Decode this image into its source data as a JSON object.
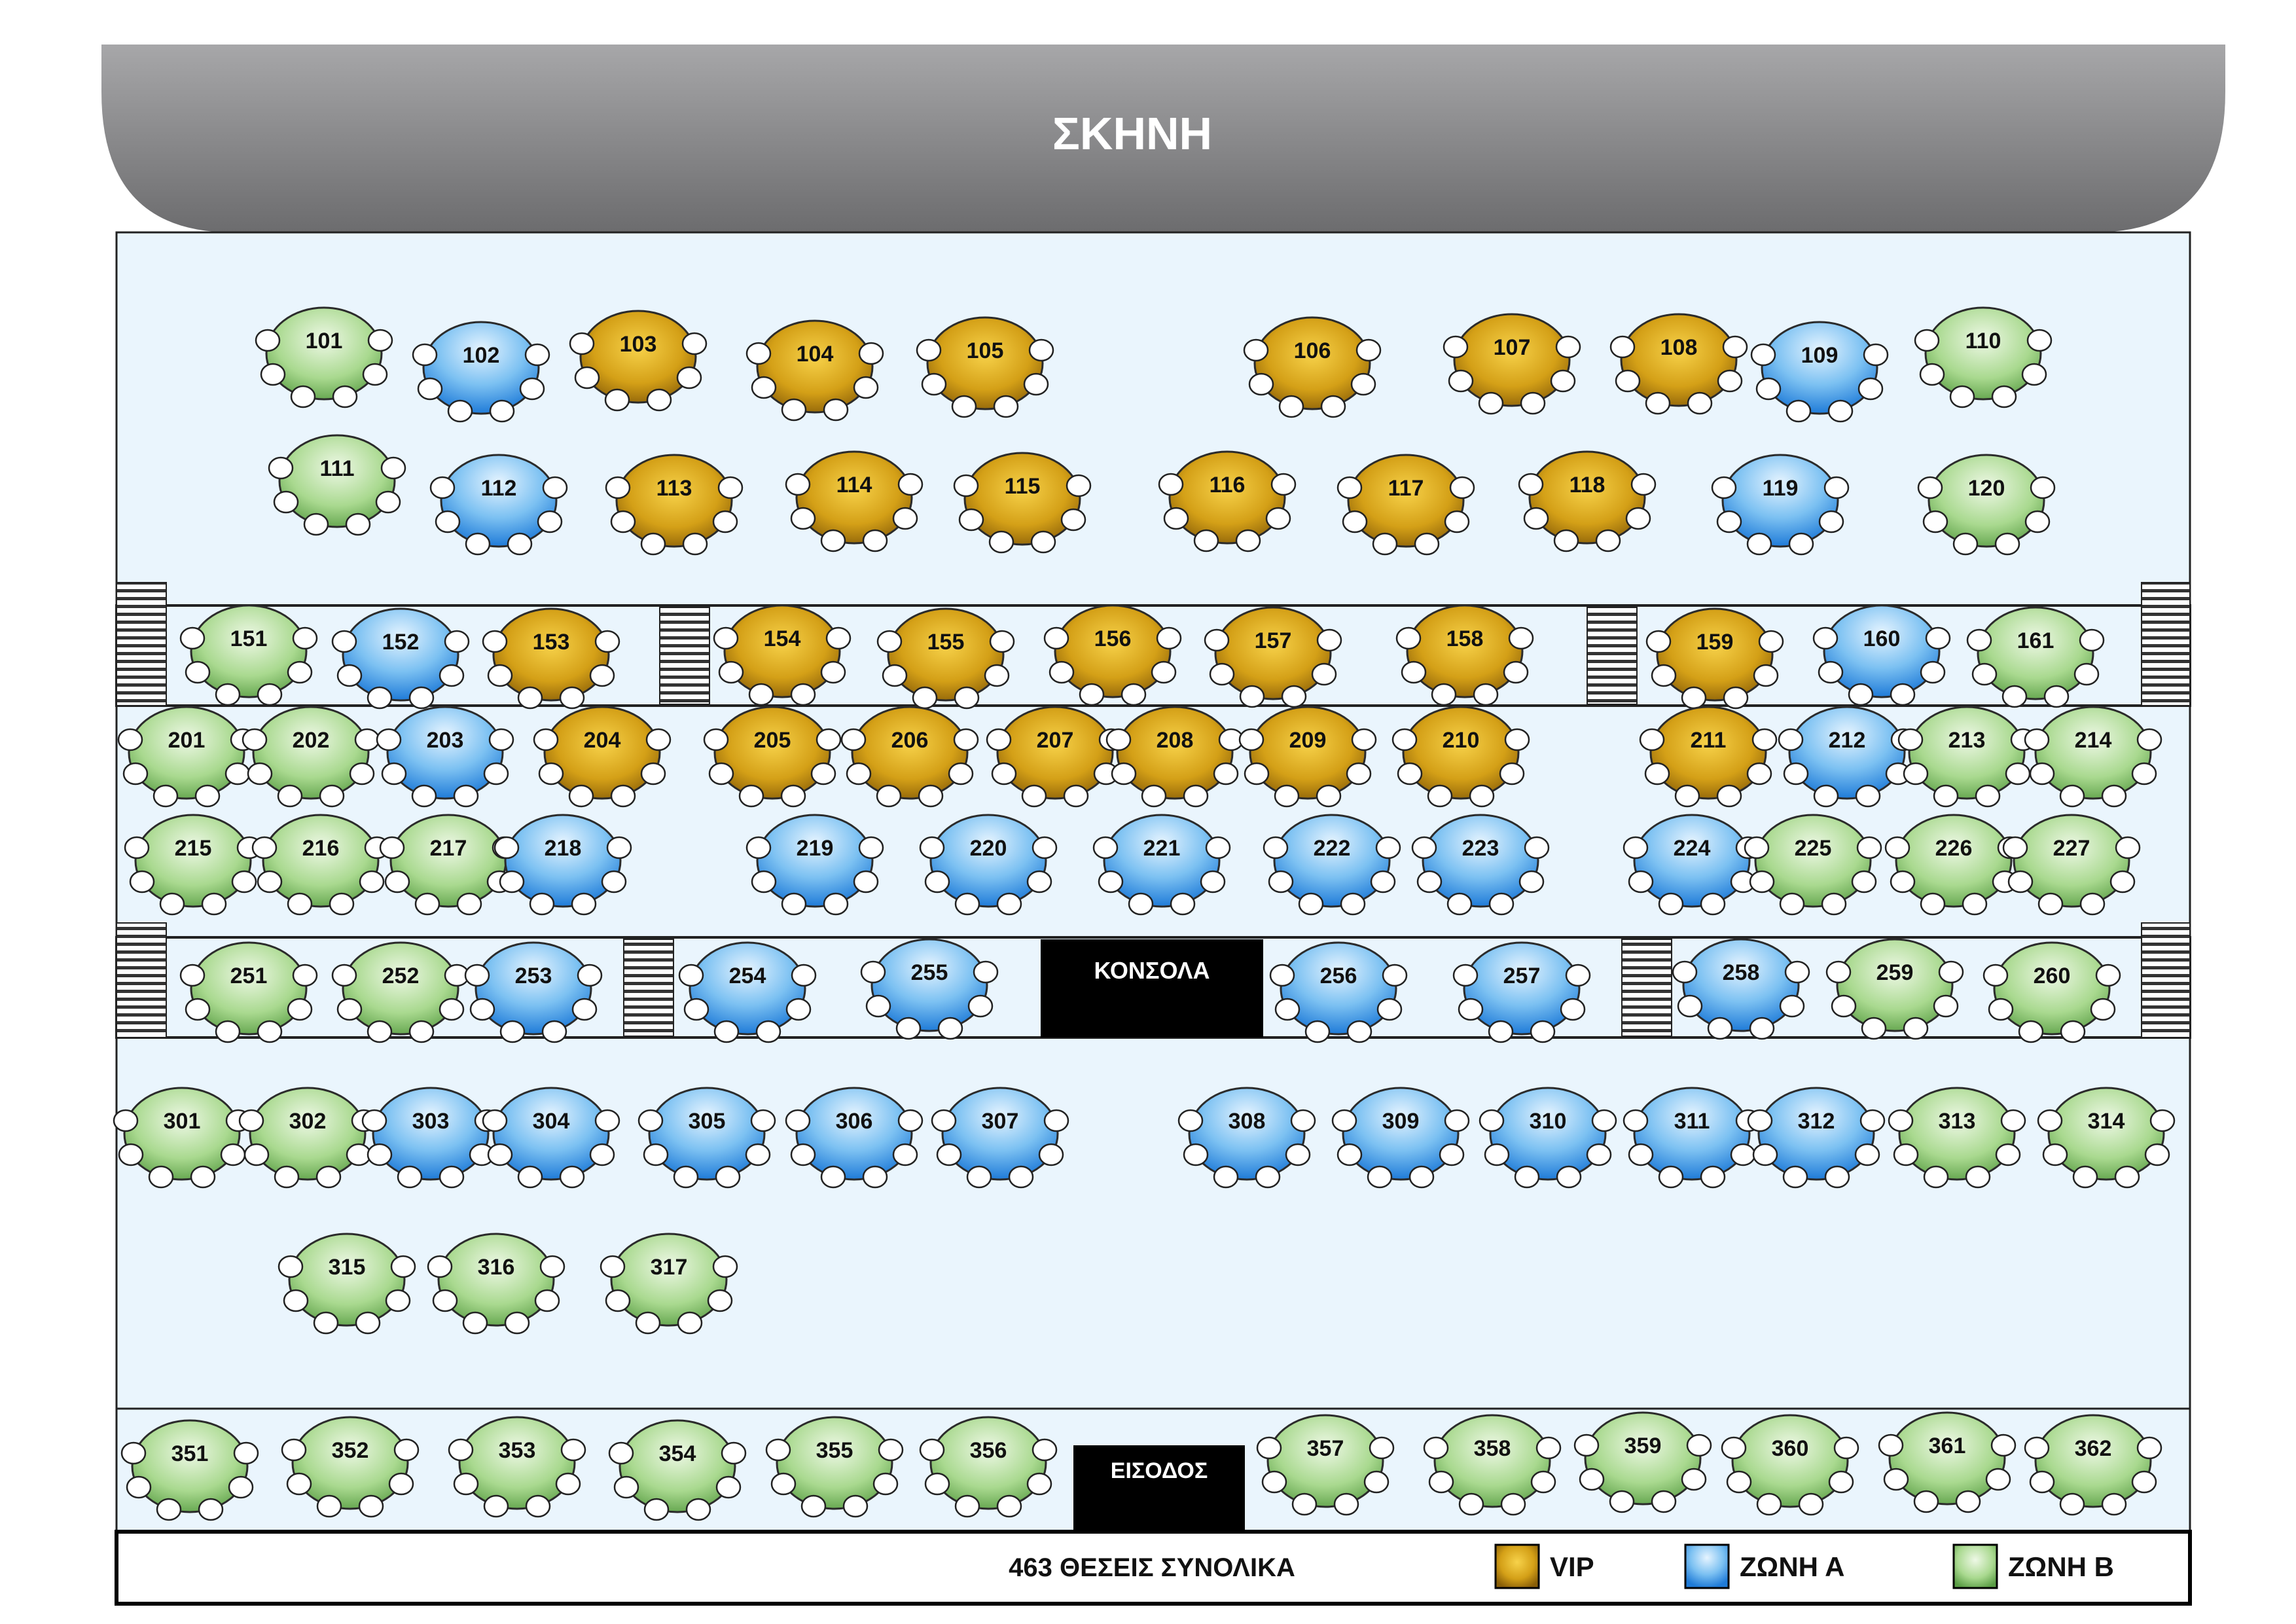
{
  "stage_label": "ΣΚΗΝΗ",
  "console_label": "ΚΟΝΣΟΛΑ",
  "entrance_label": "ΕΙΣΟΔΟΣ",
  "total_label": "463 ΘΕΣΕΙΣ ΣΥΝΟΛΙΚΑ",
  "legend": [
    {
      "zone": "vip",
      "label": "VIP"
    },
    {
      "zone": "a",
      "label": "ΖΩΝΗ Α"
    },
    {
      "zone": "b",
      "label": "ΖΩΝΗ Β"
    }
  ],
  "zone_colors": {
    "vip": {
      "light": "#f7d24a",
      "mid": "#d4a017",
      "dark": "#8a5f08"
    },
    "a": {
      "light": "#e6f4ff",
      "mid": "#7cc1f2",
      "dark": "#1f7bd8"
    },
    "b": {
      "light": "#eef8e6",
      "mid": "#a9d98f",
      "dark": "#5a9e45"
    }
  },
  "colors": {
    "hall_bg": "#eaf5fd",
    "stage_light": "#a7a7a9",
    "stage_dark": "#6c6c6e",
    "block_black": "#000000",
    "stair_stripe": "#333333"
  },
  "tables": [
    {
      "num": "101",
      "zone": "b"
    },
    {
      "num": "102",
      "zone": "a"
    },
    {
      "num": "103",
      "zone": "vip"
    },
    {
      "num": "104",
      "zone": "vip"
    },
    {
      "num": "105",
      "zone": "vip"
    },
    {
      "num": "106",
      "zone": "vip"
    },
    {
      "num": "107",
      "zone": "vip"
    },
    {
      "num": "108",
      "zone": "vip"
    },
    {
      "num": "109",
      "zone": "a"
    },
    {
      "num": "110",
      "zone": "b"
    },
    {
      "num": "111",
      "zone": "b"
    },
    {
      "num": "112",
      "zone": "a"
    },
    {
      "num": "113",
      "zone": "vip"
    },
    {
      "num": "114",
      "zone": "vip"
    },
    {
      "num": "115",
      "zone": "vip"
    },
    {
      "num": "116",
      "zone": "vip"
    },
    {
      "num": "117",
      "zone": "vip"
    },
    {
      "num": "118",
      "zone": "vip"
    },
    {
      "num": "119",
      "zone": "a"
    },
    {
      "num": "120",
      "zone": "b"
    },
    {
      "num": "151",
      "zone": "b"
    },
    {
      "num": "152",
      "zone": "a"
    },
    {
      "num": "153",
      "zone": "vip"
    },
    {
      "num": "154",
      "zone": "vip"
    },
    {
      "num": "155",
      "zone": "vip"
    },
    {
      "num": "156",
      "zone": "vip"
    },
    {
      "num": "157",
      "zone": "vip"
    },
    {
      "num": "158",
      "zone": "vip"
    },
    {
      "num": "159",
      "zone": "vip"
    },
    {
      "num": "160",
      "zone": "a"
    },
    {
      "num": "161",
      "zone": "b"
    },
    {
      "num": "201",
      "zone": "b"
    },
    {
      "num": "202",
      "zone": "b"
    },
    {
      "num": "203",
      "zone": "a"
    },
    {
      "num": "204",
      "zone": "vip"
    },
    {
      "num": "205",
      "zone": "vip"
    },
    {
      "num": "206",
      "zone": "vip"
    },
    {
      "num": "207",
      "zone": "vip"
    },
    {
      "num": "208",
      "zone": "vip"
    },
    {
      "num": "209",
      "zone": "vip"
    },
    {
      "num": "210",
      "zone": "vip"
    },
    {
      "num": "211",
      "zone": "vip"
    },
    {
      "num": "212",
      "zone": "a"
    },
    {
      "num": "213",
      "zone": "b"
    },
    {
      "num": "214",
      "zone": "b"
    },
    {
      "num": "215",
      "zone": "b"
    },
    {
      "num": "216",
      "zone": "b"
    },
    {
      "num": "217",
      "zone": "b"
    },
    {
      "num": "218",
      "zone": "a"
    },
    {
      "num": "219",
      "zone": "a"
    },
    {
      "num": "220",
      "zone": "a"
    },
    {
      "num": "221",
      "zone": "a"
    },
    {
      "num": "222",
      "zone": "a"
    },
    {
      "num": "223",
      "zone": "a"
    },
    {
      "num": "224",
      "zone": "a"
    },
    {
      "num": "225",
      "zone": "b"
    },
    {
      "num": "226",
      "zone": "b"
    },
    {
      "num": "227",
      "zone": "b"
    },
    {
      "num": "251",
      "zone": "b"
    },
    {
      "num": "252",
      "zone": "b"
    },
    {
      "num": "253",
      "zone": "a"
    },
    {
      "num": "254",
      "zone": "a"
    },
    {
      "num": "255",
      "zone": "a"
    },
    {
      "num": "256",
      "zone": "a"
    },
    {
      "num": "257",
      "zone": "a"
    },
    {
      "num": "258",
      "zone": "a"
    },
    {
      "num": "259",
      "zone": "b"
    },
    {
      "num": "260",
      "zone": "b"
    },
    {
      "num": "301",
      "zone": "b"
    },
    {
      "num": "302",
      "zone": "b"
    },
    {
      "num": "303",
      "zone": "a"
    },
    {
      "num": "304",
      "zone": "a"
    },
    {
      "num": "305",
      "zone": "a"
    },
    {
      "num": "306",
      "zone": "a"
    },
    {
      "num": "307",
      "zone": "a"
    },
    {
      "num": "308",
      "zone": "a"
    },
    {
      "num": "309",
      "zone": "a"
    },
    {
      "num": "310",
      "zone": "a"
    },
    {
      "num": "311",
      "zone": "a"
    },
    {
      "num": "312",
      "zone": "a"
    },
    {
      "num": "313",
      "zone": "b"
    },
    {
      "num": "314",
      "zone": "b"
    },
    {
      "num": "315",
      "zone": "b"
    },
    {
      "num": "316",
      "zone": "b"
    },
    {
      "num": "317",
      "zone": "b"
    },
    {
      "num": "351",
      "zone": "b"
    },
    {
      "num": "352",
      "zone": "b"
    },
    {
      "num": "353",
      "zone": "b"
    },
    {
      "num": "354",
      "zone": "b"
    },
    {
      "num": "355",
      "zone": "b"
    },
    {
      "num": "356",
      "zone": "b"
    },
    {
      "num": "357",
      "zone": "b"
    },
    {
      "num": "358",
      "zone": "b"
    },
    {
      "num": "359",
      "zone": "b"
    },
    {
      "num": "360",
      "zone": "b"
    },
    {
      "num": "361",
      "zone": "b"
    },
    {
      "num": "362",
      "zone": "b"
    }
  ]
}
